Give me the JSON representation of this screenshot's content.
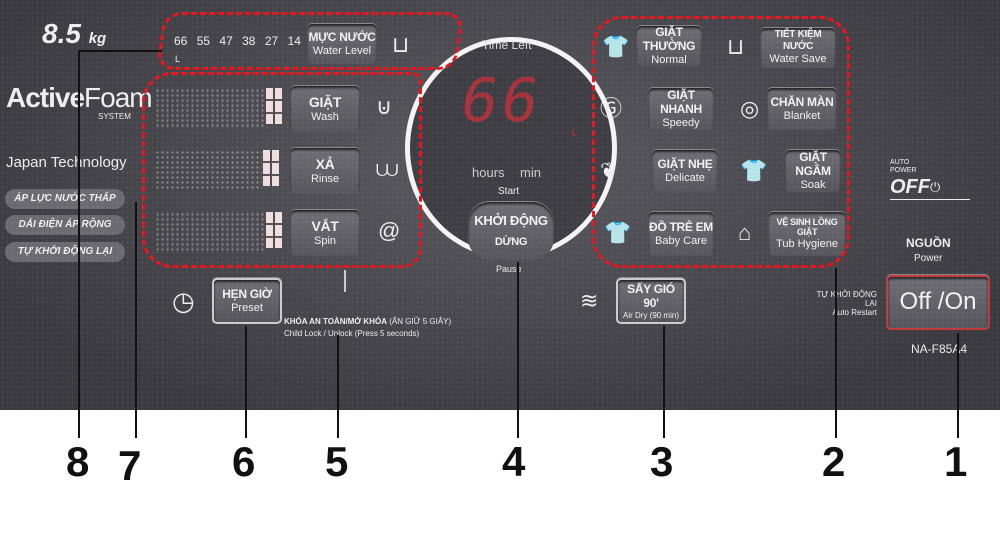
{
  "capacity": {
    "value": "8.5",
    "unit": "kg"
  },
  "brand": {
    "name_bold": "Active",
    "name_light": "Foam",
    "sub": "SYSTEM",
    "tech": "Japan Technology",
    "features": [
      "ÁP LỰC NƯỚC THẤP",
      "DẢI ĐIỆN ÁP RỘNG",
      "TỰ KHỞI ĐỘNG LẠI"
    ]
  },
  "water_levels": {
    "values": [
      "66",
      "55",
      "47",
      "38",
      "27",
      "14"
    ],
    "unit": "L"
  },
  "water_level_button": {
    "vi": "MỰC NƯỚC",
    "en": "Water Level"
  },
  "cycle_buttons": [
    {
      "vi": "GIẶT",
      "en": "Wash"
    },
    {
      "vi": "XẢ",
      "en": "Rinse"
    },
    {
      "vi": "VẮT",
      "en": "Spin"
    }
  ],
  "display": {
    "title": "Time Left",
    "digits": "66",
    "unit": "L",
    "hours": "hours",
    "min": "min",
    "start": "Start",
    "pause": "Pause"
  },
  "start_button": {
    "top": "KHỞI ĐỘNG",
    "bottom": "DỪNG"
  },
  "programs": [
    {
      "vi": "GIẶT THƯỜNG",
      "en": "Normal"
    },
    {
      "vi": "TIẾT KIỆM NƯỚC",
      "en": "Water Save"
    },
    {
      "vi": "GIẶT NHANH",
      "en": "Speedy"
    },
    {
      "vi": "CHĂN MÀN",
      "en": "Blanket"
    },
    {
      "vi": "GIẶT NHẸ",
      "en": "Delicate"
    },
    {
      "vi": "GIẶT NGÂM",
      "en": "Soak"
    },
    {
      "vi": "ĐỒ TRẺ EM",
      "en": "Baby Care"
    },
    {
      "vi": "VỆ SINH LỒNG GIẶT",
      "en": "Tub Hygiene"
    }
  ],
  "auto_power": {
    "small1": "AUTO",
    "small2": "POWER",
    "big": "OFF"
  },
  "power": {
    "vi": "NGUỒN",
    "en": "Power",
    "button": "Off /On",
    "model": "NA-F85A4"
  },
  "auto_restart": {
    "vi": "TỰ KHỞI ĐỘNG LẠI",
    "en": "Auto Restart"
  },
  "preset": {
    "vi": "HẸN GIỜ",
    "en": "Preset"
  },
  "child_lock": {
    "vi": "KHÓA AN TOÀN/MỞ KHÓA",
    "vi_note": "(ẤN GIỮ 5 GIÂY)",
    "en": "Child Lock / Unlock",
    "en_note": "(Press 5 seconds)"
  },
  "air_dry": {
    "vi": "SẤY GIÓ 90'",
    "en": "Air Dry (90 min)"
  },
  "callouts": [
    "1",
    "2",
    "3",
    "4",
    "5",
    "6",
    "7",
    "8"
  ],
  "colors": {
    "panel": "#4a4a50",
    "highlight": "#e8141c",
    "display": "#c0303a"
  }
}
